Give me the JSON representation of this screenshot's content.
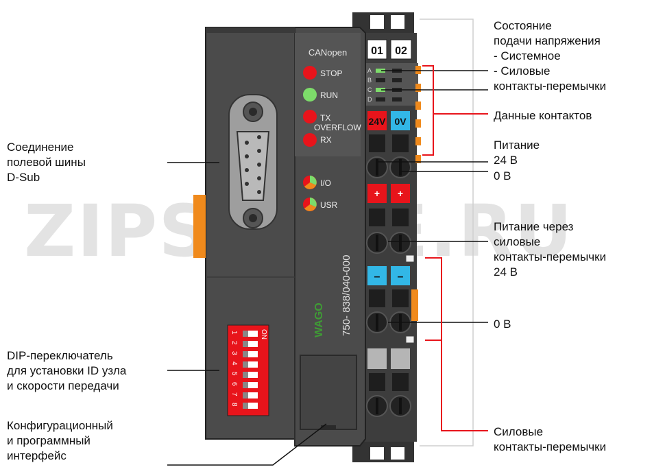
{
  "watermark": "ZIPSTORE.RU",
  "device": {
    "bus_name": "CANopen",
    "leds": {
      "stop": "STOP",
      "run": "RUN",
      "tx": "TX",
      "overflow": "OVERFLOW",
      "rx": "RX",
      "io": "I/O",
      "usr": "USR"
    },
    "model": "750- 838/040-000",
    "brand": "WAGO",
    "terminal_numbers": [
      "01",
      "02"
    ],
    "row_letters": [
      "A",
      "B",
      "C",
      "D"
    ],
    "supply_24v": "24V",
    "supply_0v": "0V",
    "plus": "+",
    "minus": "–",
    "dip_on": "ON",
    "dip_numbers": [
      "1",
      "2",
      "3",
      "4",
      "5",
      "6",
      "7",
      "8"
    ]
  },
  "labels": {
    "supply_status": "Состояние\nподачи напряжения\n- Системное\n- Силовые\nконтакты-перемычки",
    "contact_data": "Данные контактов",
    "power_24v": "Питание\n24 В",
    "power_0v": "0 В",
    "power_via_jumpers": "Питание через\nсиловые\nконтакты-перемычки\n24 В",
    "zero_v": "0 В",
    "power_jumpers": "Силовые\nконтакты-перемычки",
    "fieldbus": "Соединение\nполевой шины\nD-Sub",
    "dip_switch": "DIP-переключатель\nдля установки ID узла\nи скорости передачи",
    "config_interface": "Конфигурационный\nи программный\nинтерфейс"
  },
  "colors": {
    "housing": "#4b4b4b",
    "housing_dark": "#333333",
    "led_red": "#e8141b",
    "led_green": "#7ddc6a",
    "red_block": "#e8141b",
    "blue_block": "#32b7e6",
    "callout_red": "#e8141b",
    "wago_green": "#3f9b35",
    "orange": "#f08a1c"
  }
}
